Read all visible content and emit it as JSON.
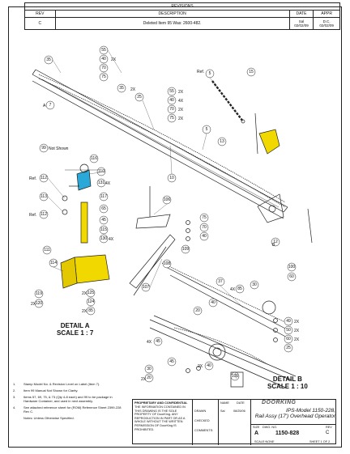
{
  "revisions": {
    "title": "REVISIONS",
    "headers": [
      "REV",
      "DESCRIPTION",
      "DATE",
      "APPR"
    ],
    "rows": [
      {
        "rev": "C",
        "description": "Deleted Item 95 Was: 2600-482.",
        "date_top": "Sal",
        "date_bottom": "02/02/09",
        "appr_top": "D.C.",
        "appr_bottom": "02/02/09"
      }
    ]
  },
  "balloons": [
    "35",
    "55",
    "40",
    "70",
    "75",
    "2X",
    "7",
    "35",
    "25",
    "2X",
    "55",
    "40",
    "70",
    "75",
    "2X",
    "4X",
    "2X",
    "2X",
    "5",
    "15",
    "5",
    "13",
    "99",
    "Not Shown",
    "116",
    "110",
    "131",
    "4X",
    "112",
    "Ref.",
    "113",
    "117",
    "65",
    "112",
    "Ref.",
    "106",
    "75",
    "70",
    "40",
    "115",
    "4X",
    "109",
    "111",
    "108",
    "114",
    "107",
    "100",
    "60",
    "119",
    "2X",
    "120",
    "2X",
    "125",
    "124",
    "2X",
    "2X",
    "85",
    "37",
    "4X",
    "85",
    "30",
    "40",
    "20",
    "45",
    "50",
    "60",
    "25",
    "49",
    "50",
    "2X",
    "2X",
    "2X",
    "2X",
    "10",
    "4X",
    "45",
    "30",
    "20",
    "40",
    "2X",
    "40",
    "105",
    "10",
    "12",
    "B",
    "A",
    "8",
    "5"
  ],
  "details": {
    "a_line1": "DETAIL A",
    "a_line2": "SCALE 1 : 7",
    "b_line1": "DETAIL B",
    "b_line2": "SCALE 1 : 10"
  },
  "notes": [
    {
      "num": "1.",
      "text": "Stamp Model No. & Revision Level on Label (Item 7)."
    },
    {
      "num": "2.",
      "text": "Item 99 Manual Not Shown for Clarity."
    },
    {
      "num": "3.",
      "text": "Items 57, 69, 75, & 73 (Qty 4-8 each) and 99 to be package in Hardware Container, and used in next assembly."
    },
    {
      "num": "4.",
      "text": "See attached reference sheet for (ROM) Reference Sheet 2399-228 Rev C."
    },
    {
      "num": "",
      "text": "Notes: Unless Otherwise Specified."
    }
  ],
  "title_block": {
    "proprietary_title": "PROPRIETARY AND CONFIDENTIAL",
    "proprietary_text": "THE INFORMATION CONTAINED IN THIS DRAWING IS THE SOLE PROPERTY OF DoorKing. ANY REPRODUCTION IN PART OR AS A WHOLE WITHOUT THE WRITTEN PERMISSION OF DoorKing IS PROHIBITED.",
    "drawn_label": "DRAWN",
    "checked_label": "CHECKED",
    "comments_label": "COMMENTS:",
    "name_label": "NAME",
    "date_label": "DATE",
    "drawn_name": "Sal",
    "drawn_date": "08/25/06",
    "logo": "DOORKING",
    "title_line1": "IPS-Model 1150-228,",
    "title_line2": "Rail Assy (17') Overhead Operator",
    "size_label": "SIZE",
    "dwg_label": "DWG. NO.",
    "rev_label": "REV",
    "size": "A",
    "dwg_no": "1150-828",
    "rev": "C",
    "scale_label": "SCALE:NONE",
    "sheet": "SHEET 1 OF 2"
  }
}
